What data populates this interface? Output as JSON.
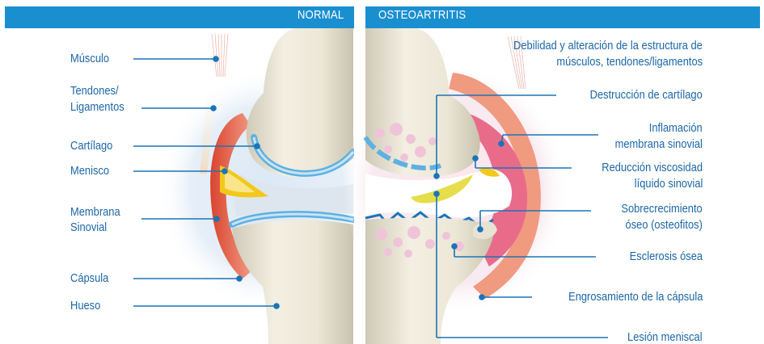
{
  "headers": {
    "normal": "NORMAL",
    "osteoarthritis": "OSTEOARTRITIS"
  },
  "left_labels": {
    "muscle": "Músculo",
    "tendons_line1": "Tendones/",
    "tendons_line2": "Ligamentos",
    "cartilage": "Cartílago",
    "meniscus": "Menisco",
    "synovial_line1": "Membrana",
    "synovial_line2": "Sinovial",
    "capsule": "Cápsula",
    "bone": "Hueso"
  },
  "right_labels": {
    "weakness_line1": "Debilidad y alteración de la estructura de",
    "weakness_line2": "músculos, tendones/ligamentos",
    "cartilage_destruction": "Destrucción de cartílago",
    "inflammation_line1": "Inflamación",
    "inflammation_line2": "membrana sinovial",
    "viscosity_line1": "Reducción viscosidad",
    "viscosity_line2": "líquido sinovial",
    "overgrowth_line1": "Sobrecrecimiento",
    "overgrowth_line2": "óseo (osteofitos)",
    "sclerosis": "Esclerosis ósea",
    "capsule_thickening": "Engrosamiento de la cápsula",
    "meniscal_lesion": "Lesión meniscal"
  },
  "colors": {
    "header": "#1a8fd0",
    "label_text": "#1b66a8",
    "leader_line": "#1b74b8",
    "cartilage_blue": "#5fb0e0",
    "bone": "#ebe6d4",
    "membrane": "#e8674f",
    "meniscus": "#f2c81a",
    "inflamed": "#e96b8a"
  }
}
